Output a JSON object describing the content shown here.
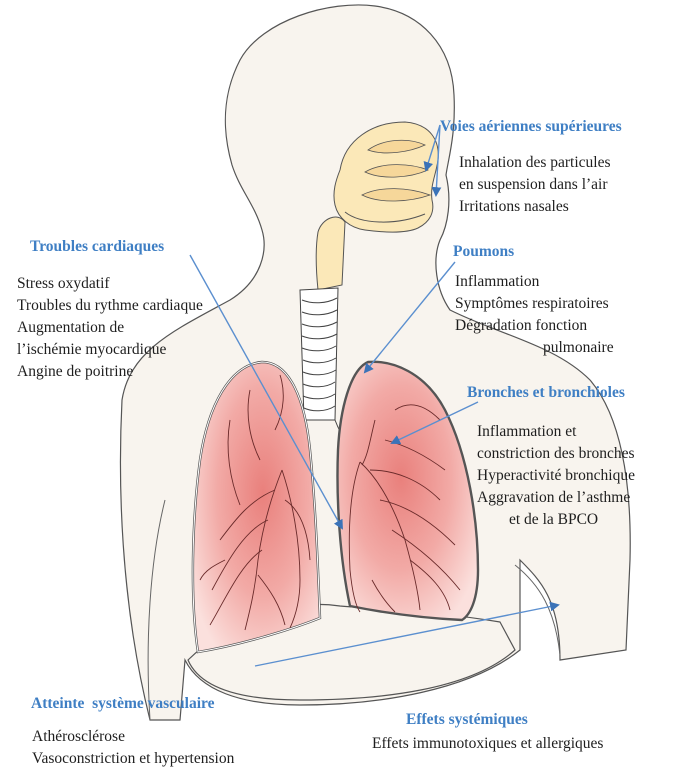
{
  "colors": {
    "heading": "#3f7fc4",
    "text": "#1e1e1e",
    "skin_outline": "#555555",
    "skin_fill": "#f8f4ee",
    "airway_fill": "#fbe8b8",
    "lung_fill": "#ee9a98",
    "lung_vein": "#6a2a2a",
    "arrow": "#5b8fcf"
  },
  "sections": {
    "upper_airways": {
      "title": "Voies aériennes supérieures",
      "items": [
        "Inhalation des particules",
        "en suspension dans l’air",
        "Irritations nasales"
      ]
    },
    "cardiac": {
      "title": "Troubles cardiaques",
      "items": [
        "Stress oxydatif",
        "Troubles du rythme cardiaque",
        "Augmentation de",
        "l’ischémie myocardique",
        "Angine de poitrine"
      ]
    },
    "lungs": {
      "title": "Poumons",
      "items": [
        "Inflammation",
        "Symptômes respiratoires",
        "Dégradation fonction",
        "pulmonaire"
      ]
    },
    "bronchi": {
      "title": "Bronches et bronchioles",
      "items": [
        "Inflammation et",
        "constriction des bronches",
        "Hyperactivité bronchique",
        "Aggravation de l’asthme",
        "et de la BPCO"
      ]
    },
    "vascular": {
      "title": "Atteinte  système vasculaire",
      "items": [
        "Athérosclérose",
        "Vasoconstriction et hypertension"
      ]
    },
    "systemic": {
      "title": "Effets systémiques",
      "items": [
        "Effets immunotoxiques et allergiques"
      ]
    }
  }
}
